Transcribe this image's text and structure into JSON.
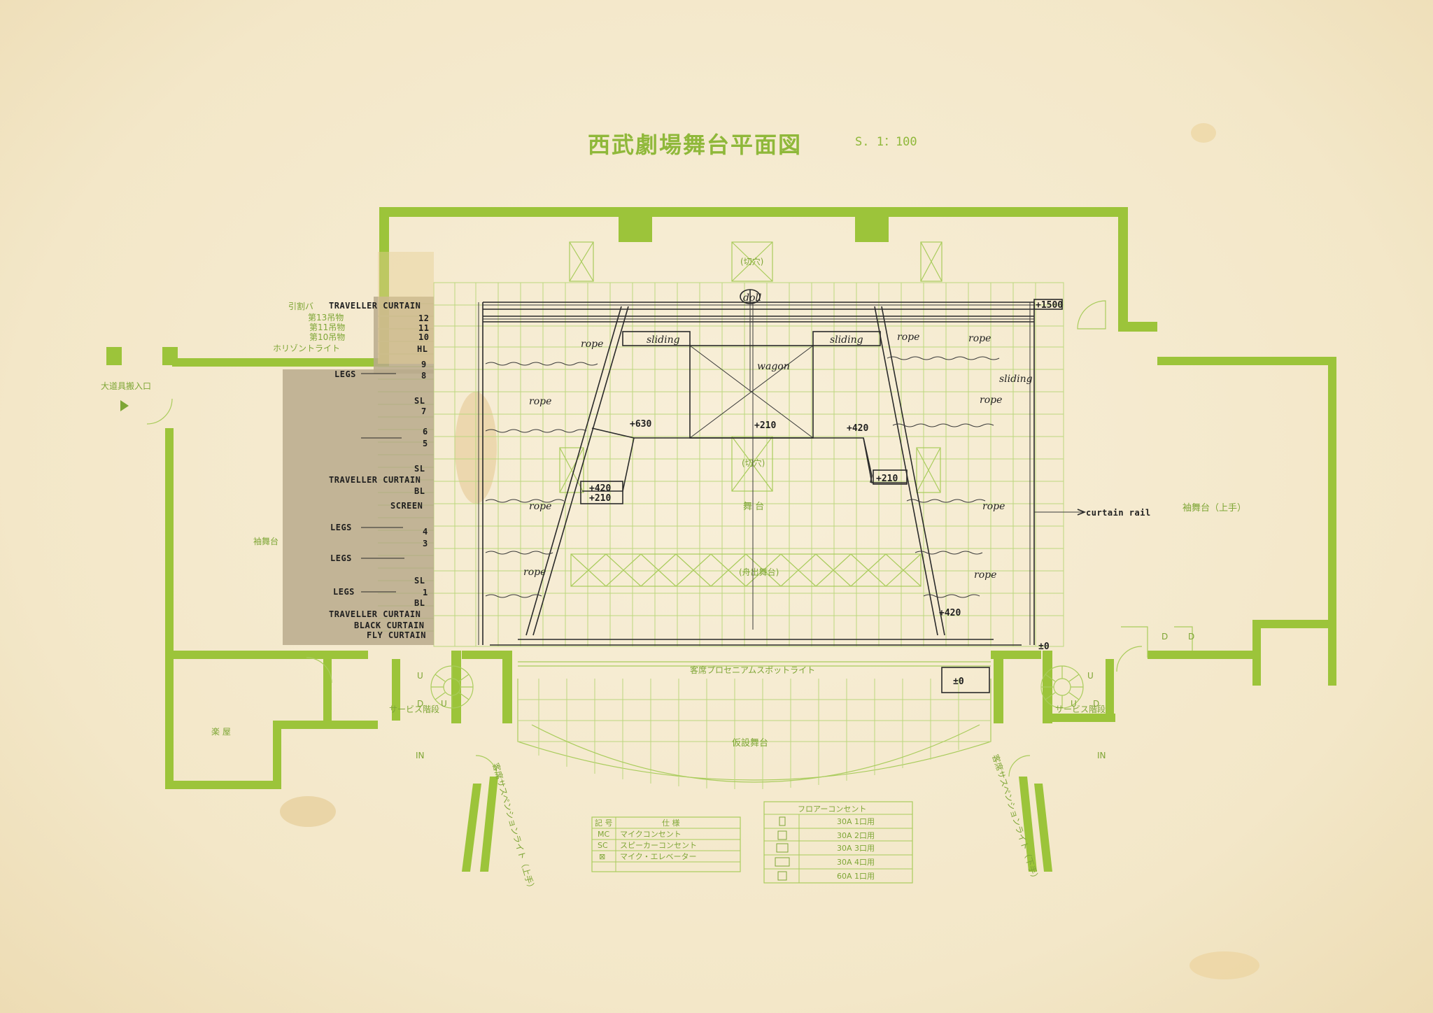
{
  "title": "西武劇場舞台平面図",
  "scale": "S. 1：100",
  "bar_labels_left_jp": {
    "traveller_jp": "引割バ",
    "bar13": "第13吊物",
    "bar11": "第11吊物",
    "bar10": "第10吊物",
    "horizon": "ホリゾントライト"
  },
  "bar_labels": {
    "traveller_top": "TRAVELLER CURTAIN",
    "n12": "12",
    "n11": "11",
    "n10": "10",
    "hl": "HL",
    "n9": "9",
    "legs1": "LEGS",
    "n8": "8",
    "sl1": "SL",
    "n7": "7",
    "n6": "6",
    "n5": "5",
    "sl2": "SL",
    "traveller_mid": "TRAVELLER CURTAIN",
    "bl1": "BL",
    "screen": "SCREEN",
    "legs2": "LEGS",
    "n4": "4",
    "n3": "3",
    "legs3": "LEGS",
    "sl3": "SL",
    "legs4": "LEGS",
    "n1": "1",
    "bl2": "BL",
    "traveller_bot": "TRAVELLER CURTAIN",
    "black": "BLACK CURTAIN",
    "fly": "FLY CURTAIN"
  },
  "stage": {
    "doll": "doll",
    "wagon": "wagon",
    "sliding_l": "sliding",
    "sliding_r": "sliding",
    "sliding_side": "sliding",
    "rope": "rope",
    "p630": "+630",
    "p210": "+210",
    "p420": "+420",
    "p420b": "+420",
    "p210b": "+210",
    "p210c": "+210",
    "p420c": "+420",
    "p1500": "+1500",
    "pm0a": "±0",
    "pm0b": "±0",
    "kiriana_top": "(切穴)",
    "kiriana_mid": "(切穴)",
    "butai": "舞 台",
    "funadashi": "(舟出舞台)",
    "curtain_rail": "curtain rail"
  },
  "rooms": {
    "daidogu": "大道具搬入口",
    "sodebutai_l": "袖舞台",
    "sodebutai_r": "袖舞台（上手）",
    "gakuya": "楽 屋",
    "proscenium_spot": "客席プロセニアムスポットライト",
    "karisetsu": "仮設舞台",
    "service_l": "サービス階段",
    "service_r": "サービス階段",
    "susp_l": "客席サスペンションライト（上手）",
    "susp_r": "客席サスペンションライト（下手）",
    "in_l": "IN",
    "in_r": "IN",
    "u1": "U",
    "d1": "D",
    "u2": "U",
    "d2": "D",
    "u3": "U",
    "d3": "D",
    "u4": "U",
    "d4": "D"
  },
  "legend_table": {
    "head_sym": "記 号",
    "head_spec": "仕 様",
    "rows": [
      {
        "sym": "MC",
        "spec": "マイクコンセント"
      },
      {
        "sym": "SC",
        "spec": "スピーカーコンセント"
      },
      {
        "sym": "⊠",
        "spec": "マイク・エレベーター"
      }
    ]
  },
  "floor_table": {
    "head": "フロアーコンセント",
    "rows": [
      {
        "spec": "30A 1口用"
      },
      {
        "spec": "30A 2口用"
      },
      {
        "spec": "30A 3口用"
      },
      {
        "spec": "30A 4口用"
      },
      {
        "spec": "60A 1口用"
      }
    ]
  },
  "colors": {
    "paper": "#f6ecd3",
    "wall_green": "#9cc43a",
    "line_green": "#a9cc5c",
    "ink": "#2a2a2a",
    "overlay": "#b5a78a"
  }
}
